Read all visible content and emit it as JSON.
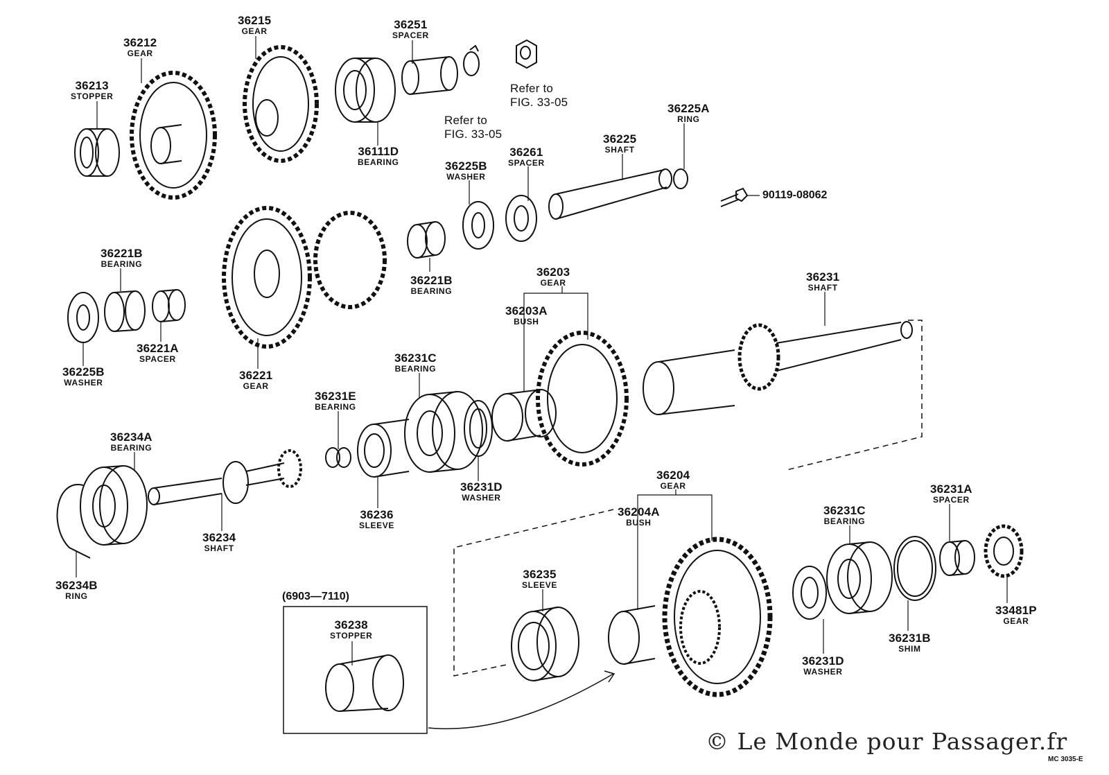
{
  "parts": [
    {
      "key": "p36213",
      "number": "36213",
      "name": "STOPPER"
    },
    {
      "key": "p36212",
      "number": "36212",
      "name": "GEAR"
    },
    {
      "key": "p36215",
      "number": "36215",
      "name": "GEAR"
    },
    {
      "key": "p36251",
      "number": "36251",
      "name": "SPACER"
    },
    {
      "key": "p36111D",
      "number": "36111D",
      "name": "BEARING"
    },
    {
      "key": "p36225A",
      "number": "36225A",
      "name": "RING"
    },
    {
      "key": "p36225",
      "number": "36225",
      "name": "SHAFT"
    },
    {
      "key": "p36261",
      "number": "36261",
      "name": "SPACER"
    },
    {
      "key": "p36225B_top",
      "number": "36225B",
      "name": "WASHER"
    },
    {
      "key": "p36221B_r",
      "number": "36221B",
      "name": "BEARING"
    },
    {
      "key": "p36221B_l",
      "number": "36221B",
      "name": "BEARING"
    },
    {
      "key": "p36221A",
      "number": "36221A",
      "name": "SPACER"
    },
    {
      "key": "p36225B_l",
      "number": "36225B",
      "name": "WASHER"
    },
    {
      "key": "p36221",
      "number": "36221",
      "name": "GEAR"
    },
    {
      "key": "p36203",
      "number": "36203",
      "name": "GEAR"
    },
    {
      "key": "p36203A",
      "number": "36203A",
      "name": "BUSH"
    },
    {
      "key": "p36231",
      "number": "36231",
      "name": "SHAFT"
    },
    {
      "key": "p36231C_top",
      "number": "36231C",
      "name": "BEARING"
    },
    {
      "key": "p36231E",
      "number": "36231E",
      "name": "BEARING"
    },
    {
      "key": "p36234A",
      "number": "36234A",
      "name": "BEARING"
    },
    {
      "key": "p36231D_top",
      "number": "36231D",
      "name": "WASHER"
    },
    {
      "key": "p36236",
      "number": "36236",
      "name": "SLEEVE"
    },
    {
      "key": "p36234",
      "number": "36234",
      "name": "SHAFT"
    },
    {
      "key": "p36234B",
      "number": "36234B",
      "name": "RING"
    },
    {
      "key": "p36204",
      "number": "36204",
      "name": "GEAR"
    },
    {
      "key": "p36204A",
      "number": "36204A",
      "name": "BUSH"
    },
    {
      "key": "p36231C_bot",
      "number": "36231C",
      "name": "BEARING"
    },
    {
      "key": "p36231A",
      "number": "36231A",
      "name": "SPACER"
    },
    {
      "key": "p36235",
      "number": "36235",
      "name": "SLEEVE"
    },
    {
      "key": "p36238",
      "number": "36238",
      "name": "STOPPER"
    },
    {
      "key": "p33481P",
      "number": "33481P",
      "name": "GEAR"
    },
    {
      "key": "p36231B",
      "number": "36231B",
      "name": "SHIM"
    },
    {
      "key": "p36231D_bot",
      "number": "36231D",
      "name": "WASHER"
    }
  ],
  "references": {
    "ref_nut": {
      "line1": "Refer to",
      "line2": "FIG. 33-05"
    },
    "ref_washer": {
      "line1": "Refer to",
      "line2": "FIG. 33-05"
    }
  },
  "bolt_part": "90119-08062",
  "box_caption": "(6903—7110)",
  "watermark": "© Le Monde pour Passager.fr",
  "figure_code": "MC 3035-E",
  "colors": {
    "ink": "#111111",
    "background": "#ffffff"
  }
}
